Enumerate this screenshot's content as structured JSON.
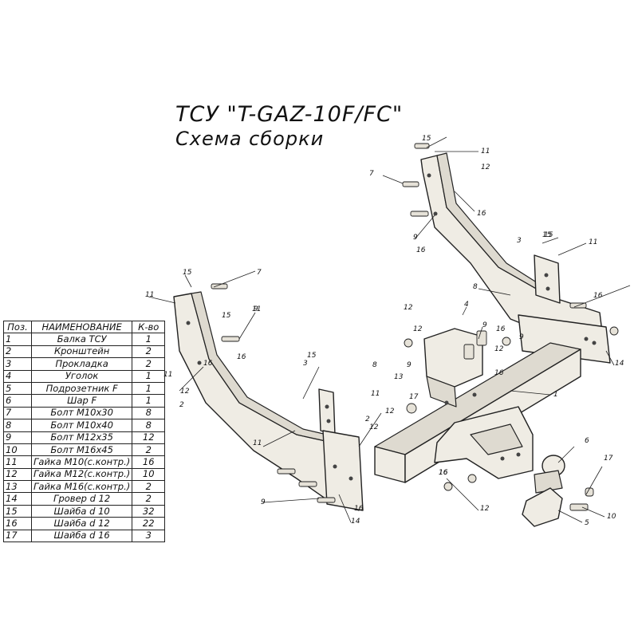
{
  "title": "ТСУ \"T-GAZ-10F/FC\"",
  "subtitle": "Схема сборки",
  "table": {
    "headers": [
      "Поз.",
      "НАИМЕНОВАНИЕ",
      "К-во"
    ],
    "rows": [
      [
        "1",
        "Балка ТСУ",
        "1"
      ],
      [
        "2",
        "Кронштейн",
        "2"
      ],
      [
        "3",
        "Прокладка",
        "2"
      ],
      [
        "4",
        "Уголок",
        "1"
      ],
      [
        "5",
        "Подрозетник F",
        "1"
      ],
      [
        "6",
        "Шар F",
        "1"
      ],
      [
        "7",
        "Болт М10х30",
        "8"
      ],
      [
        "8",
        "Болт М10х40",
        "8"
      ],
      [
        "9",
        "Болт М12х35",
        "12"
      ],
      [
        "10",
        "Болт М16х45",
        "2"
      ],
      [
        "11",
        "Гайка М10(с.контр.)",
        "16"
      ],
      [
        "12",
        "Гайка М12(с.контр.)",
        "10"
      ],
      [
        "13",
        "Гайка М16(с.контр.)",
        "2"
      ],
      [
        "14",
        "Гровер d 12",
        "2"
      ],
      [
        "15",
        "Шайба d 10",
        "32"
      ],
      [
        "16",
        "Шайба d 12",
        "22"
      ],
      [
        "17",
        "Шайба d 16",
        "3"
      ]
    ]
  },
  "labels": [
    "15",
    "11",
    "12",
    "7",
    "16",
    "9",
    "16",
    "3",
    "15",
    "11",
    "8",
    "12",
    "11",
    "16",
    "2",
    "4",
    "9",
    "12",
    "16",
    "9",
    "16",
    "12",
    "1",
    "15",
    "7",
    "11",
    "15",
    "11",
    "16",
    "9",
    "12",
    "16",
    "3",
    "15",
    "8",
    "11",
    "13",
    "17",
    "12",
    "2",
    "12",
    "11",
    "9",
    "16",
    "14",
    "16",
    "6",
    "17",
    "12",
    "16",
    "10",
    "5",
    "9",
    "14",
    "15"
  ]
}
